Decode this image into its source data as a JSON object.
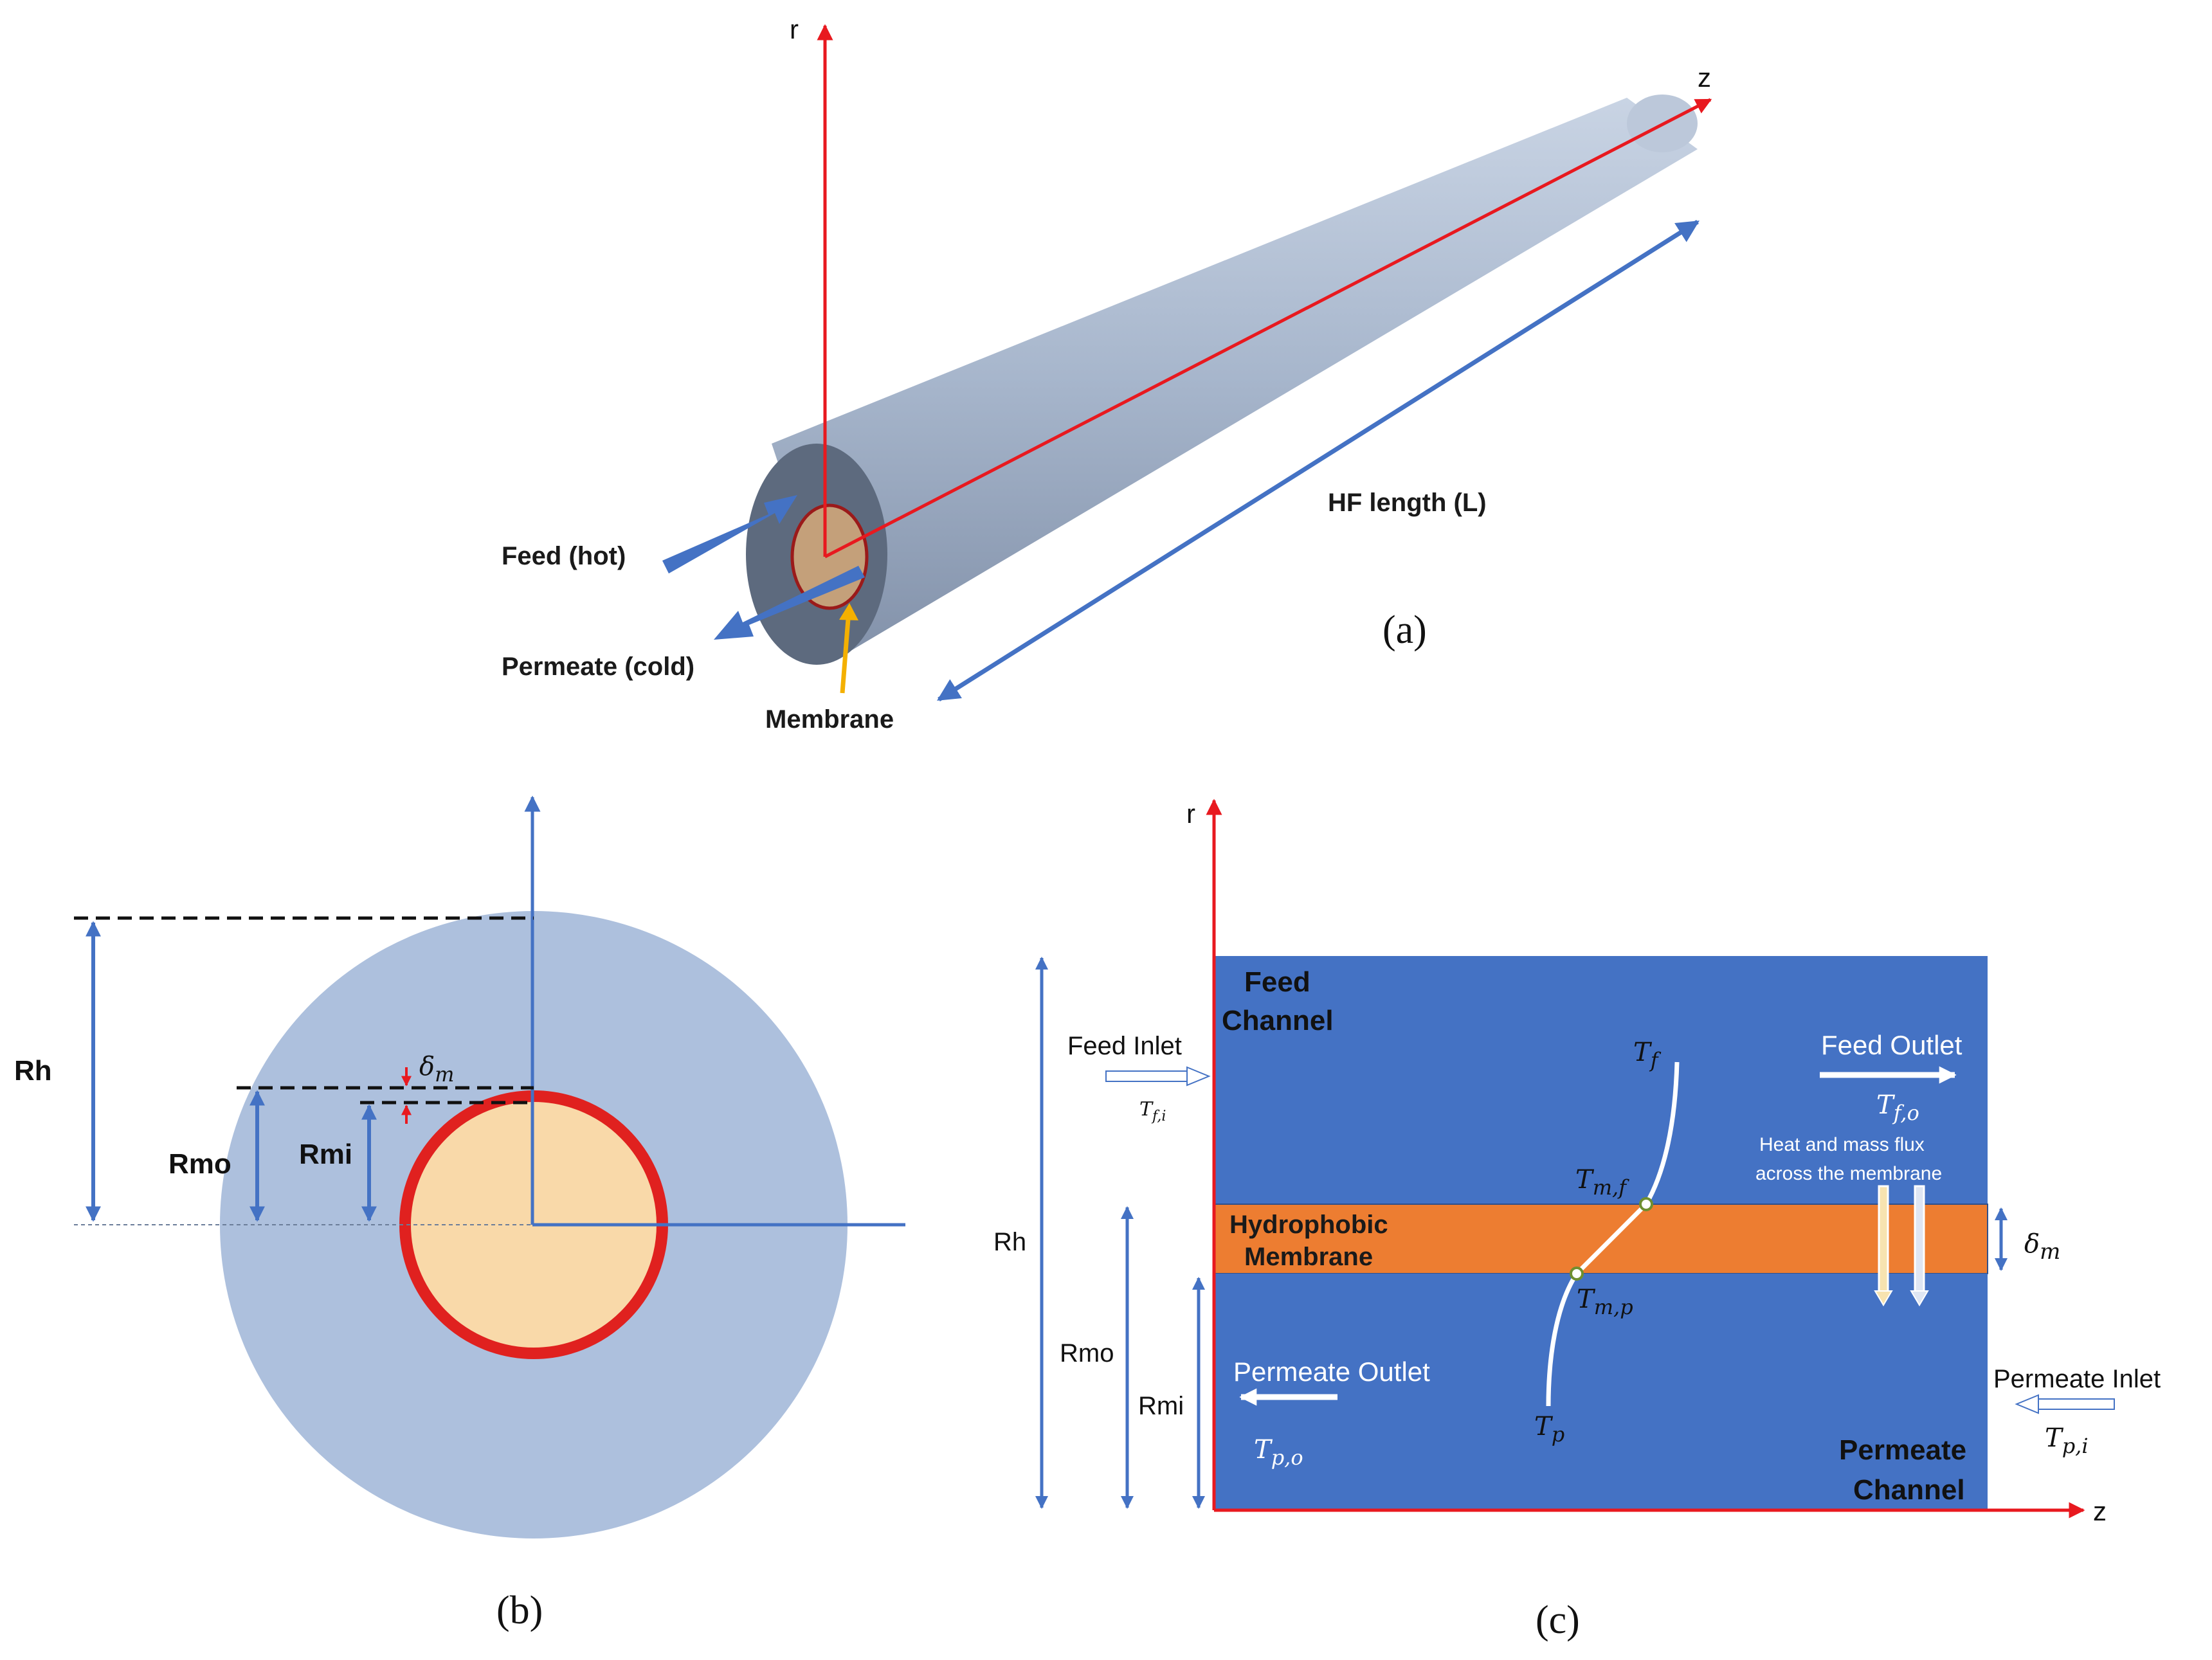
{
  "panel_a": {
    "caption": "(a)",
    "axis_r": "r",
    "axis_z": "z",
    "feed_label": "Feed (hot)",
    "permeate_label": "Permeate (cold)",
    "membrane_label": "Membrane",
    "length_label": "HF length (L)"
  },
  "panel_b": {
    "caption": "(b)",
    "rh": "Rh",
    "rmo": "Rmo",
    "rmi": "Rmi",
    "delta": "δ",
    "delta_sub": "m"
  },
  "panel_c": {
    "caption": "(c)",
    "axis_r": "r",
    "axis_z": "z",
    "rh": "Rh",
    "rmo": "Rmo",
    "rmi": "Rmi",
    "feed_channel_1": "Feed",
    "feed_channel_2": "Channel",
    "feed_inlet": "Feed Inlet",
    "feed_outlet": "Feed Outlet",
    "tf": "T",
    "tf_sub": "f",
    "tfi": "T",
    "tfi_sub": "f,i",
    "tfo": "T",
    "tfo_sub": "f,o",
    "tmf": "T",
    "tmf_sub": "m,f",
    "tmp": "T",
    "tmp_sub": "m,p",
    "tp": "T",
    "tp_sub": "p",
    "tpo": "T",
    "tpo_sub": "p,o",
    "tpi": "T",
    "tpi_sub": "p,i",
    "membrane_1": "Hydrophobic",
    "membrane_2": "Membrane",
    "flux_1": "Heat and mass flux",
    "flux_2": "across the membrane",
    "permeate_outlet": "Permeate Outlet",
    "permeate_inlet": "Permeate Inlet",
    "permeate_channel_1": "Permeate",
    "permeate_channel_2": "Channel",
    "delta": "δ",
    "delta_sub": "m"
  },
  "colors": {
    "axis_red": "#e8191f",
    "arrow_blue": "#4472c4",
    "channel_blue": "#4472c4",
    "membrane_orange": "#ed7d31",
    "fiber_grey": "#a9b9d2",
    "shell_b": "#adc0dd",
    "lumen_b": "#f9d9a9",
    "ring_red": "#e0211f"
  }
}
